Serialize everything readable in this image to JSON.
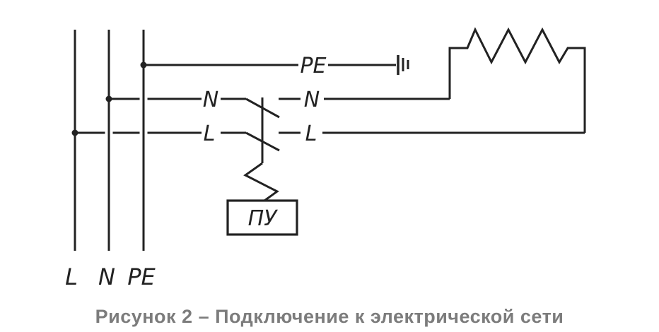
{
  "figure": {
    "caption": "Рисунок 2 – Подключение к электрической сети"
  },
  "labels": {
    "bus_l": "L",
    "bus_n": "N",
    "bus_pe": "PE",
    "wire_pe": "PE",
    "wire_n_left": "N",
    "wire_n_right": "N",
    "wire_l_left": "L",
    "wire_l_right": "L"
  },
  "device": {
    "label": "ПУ"
  },
  "icons": {
    "earth_ground": "earth-ground-symbol",
    "heating_element": "resistor-zigzag-symbol",
    "switch": "double-pole-switch-symbol",
    "actuator_link": "mechanical-link-zigzag-symbol"
  },
  "colors": {
    "line": "#222222",
    "caption_text": "#7c7c7c",
    "background": "#ffffff"
  }
}
